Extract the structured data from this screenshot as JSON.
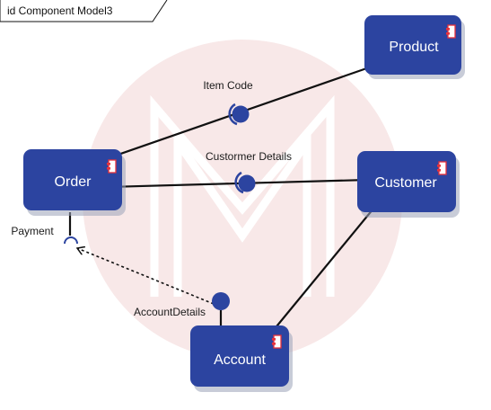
{
  "frame": {
    "title": "id Component Model3"
  },
  "colors": {
    "component_fill": "#2c44a0",
    "component_shadow": "#9aa3b8",
    "interface": "#2c44a0",
    "line": "#111111",
    "watermark_circle": "#f8e8e8",
    "watermark_letters": "#ffffff",
    "component_icon": "#e8313a"
  },
  "components": {
    "product": {
      "name": "Product"
    },
    "order": {
      "name": "Order"
    },
    "customer": {
      "name": "Customer"
    },
    "account": {
      "name": "Account"
    }
  },
  "interfaces": {
    "item_code": {
      "label": "Item Code"
    },
    "customer_details": {
      "label": "Custormer Details"
    },
    "account_details": {
      "label": "AccountDetails"
    },
    "payment": {
      "label": "Payment"
    }
  },
  "watermark": {
    "monogram": "M"
  }
}
